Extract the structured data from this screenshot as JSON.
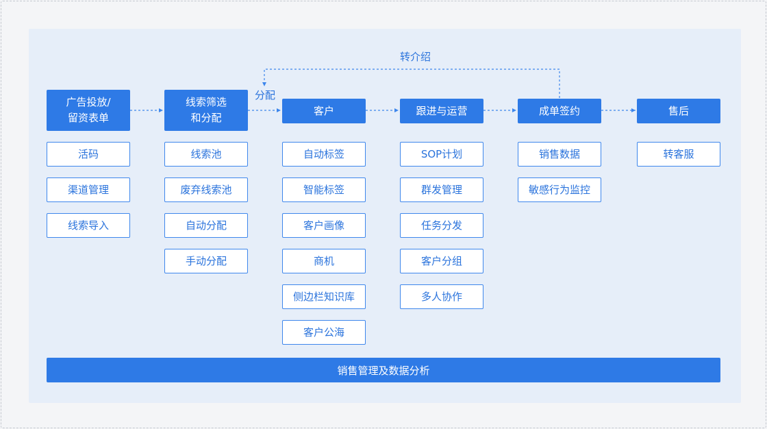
{
  "stages": [
    {
      "title": "广告投放/\n留资表单",
      "items": [
        "活码",
        "渠道管理",
        "线索导入"
      ]
    },
    {
      "title": "线索筛选\n和分配",
      "items": [
        "线索池",
        "废弃线索池",
        "自动分配",
        "手动分配"
      ]
    },
    {
      "title": "客户",
      "items": [
        "自动标签",
        "智能标签",
        "客户画像",
        "商机",
        "侧边栏知识库",
        "客户公海"
      ]
    },
    {
      "title": "跟进与运营",
      "items": [
        "SOP计划",
        "群发管理",
        "任务分发",
        "客户分组",
        "多人协作"
      ]
    },
    {
      "title": "成单签约",
      "items": [
        "销售数据",
        "敏感行为监控"
      ]
    },
    {
      "title": "售后",
      "items": [
        "转客服"
      ]
    }
  ],
  "labels": {
    "referral": "转介绍",
    "assign": "分配"
  },
  "bottom_bar": "销售管理及数据分析",
  "colors": {
    "primary": "#2e7ae6",
    "panel_bg": "#e6eef9",
    "outline": "#3d86ec"
  }
}
